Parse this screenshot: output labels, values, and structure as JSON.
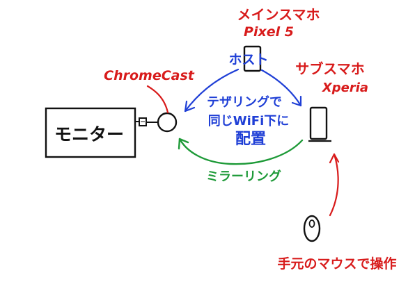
{
  "diagram": {
    "monitor": {
      "label": "モニター"
    },
    "chromecast": {
      "label": "ChromeCast"
    },
    "main_phone": {
      "caption_line1": "メインスマホ",
      "caption_line2": "Pixel 5",
      "role_label": "ホスト"
    },
    "sub_phone": {
      "caption_line1": "サブスマホ",
      "caption_line2": "Xperia"
    },
    "tethering_note": {
      "line1": "テザリングで",
      "line2": "同じWiFi下に",
      "line3": "配置"
    },
    "mirroring_label": "ミラーリング",
    "mouse_note": "手元のマウスで操作",
    "colors": {
      "ink": "#111111",
      "red": "#d81b1b",
      "blue": "#1f3fd6",
      "green": "#1e9a38"
    }
  }
}
